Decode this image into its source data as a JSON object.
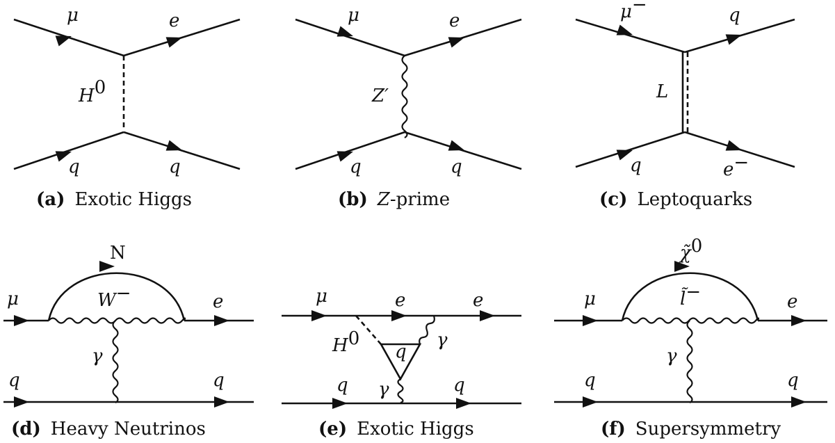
{
  "diagrams": [
    {
      "id": "a",
      "caption_tag": "(a)",
      "caption_text": "Exotic Higgs",
      "labels": {
        "top_left": "μ",
        "top_right": "e",
        "mediator": "H",
        "mediator_sup": "0",
        "bottom_left": "q",
        "bottom_right": "q"
      }
    },
    {
      "id": "b",
      "caption_tag": "(b)",
      "caption_italic": "Z",
      "caption_text": "-prime",
      "labels": {
        "top_left": "μ",
        "top_right": "e",
        "mediator": "Z′",
        "bottom_left": "q",
        "bottom_right": "q"
      }
    },
    {
      "id": "c",
      "caption_tag": "(c)",
      "caption_text": "Leptoquarks",
      "labels": {
        "top_left": "μ",
        "top_left_sup": "−",
        "top_right": "q",
        "mediator": "L",
        "bottom_left": "q",
        "bottom_right": "e",
        "bottom_right_sup": "−"
      }
    },
    {
      "id": "d",
      "caption_tag": "(d)",
      "caption_text": "Heavy Neutrinos",
      "labels": {
        "loop_top": "N",
        "loop_inner": "W",
        "loop_inner_sup": "−",
        "in_lepton": "μ",
        "out_lepton": "e",
        "photon": "γ",
        "in_quark": "q",
        "out_quark": "q"
      }
    },
    {
      "id": "e",
      "caption_tag": "(e)",
      "caption_text": "Exotic Higgs",
      "labels": {
        "in_lepton": "μ",
        "mid_lepton": "e",
        "out_lepton": "e",
        "higgs": "H",
        "higgs_sup": "0",
        "triangle": "q",
        "photon_right": "γ",
        "photon_bottom": "γ",
        "in_quark": "q",
        "out_quark": "q"
      }
    },
    {
      "id": "f",
      "caption_tag": "(f)",
      "caption_text": "Supersymmetry",
      "labels": {
        "loop_top": "χ̃",
        "loop_top_sup": "0",
        "loop_inner": "l̃",
        "loop_inner_sup": "−",
        "in_lepton": "μ",
        "out_lepton": "e",
        "photon": "γ",
        "in_quark": "q",
        "out_quark": "q"
      }
    }
  ]
}
